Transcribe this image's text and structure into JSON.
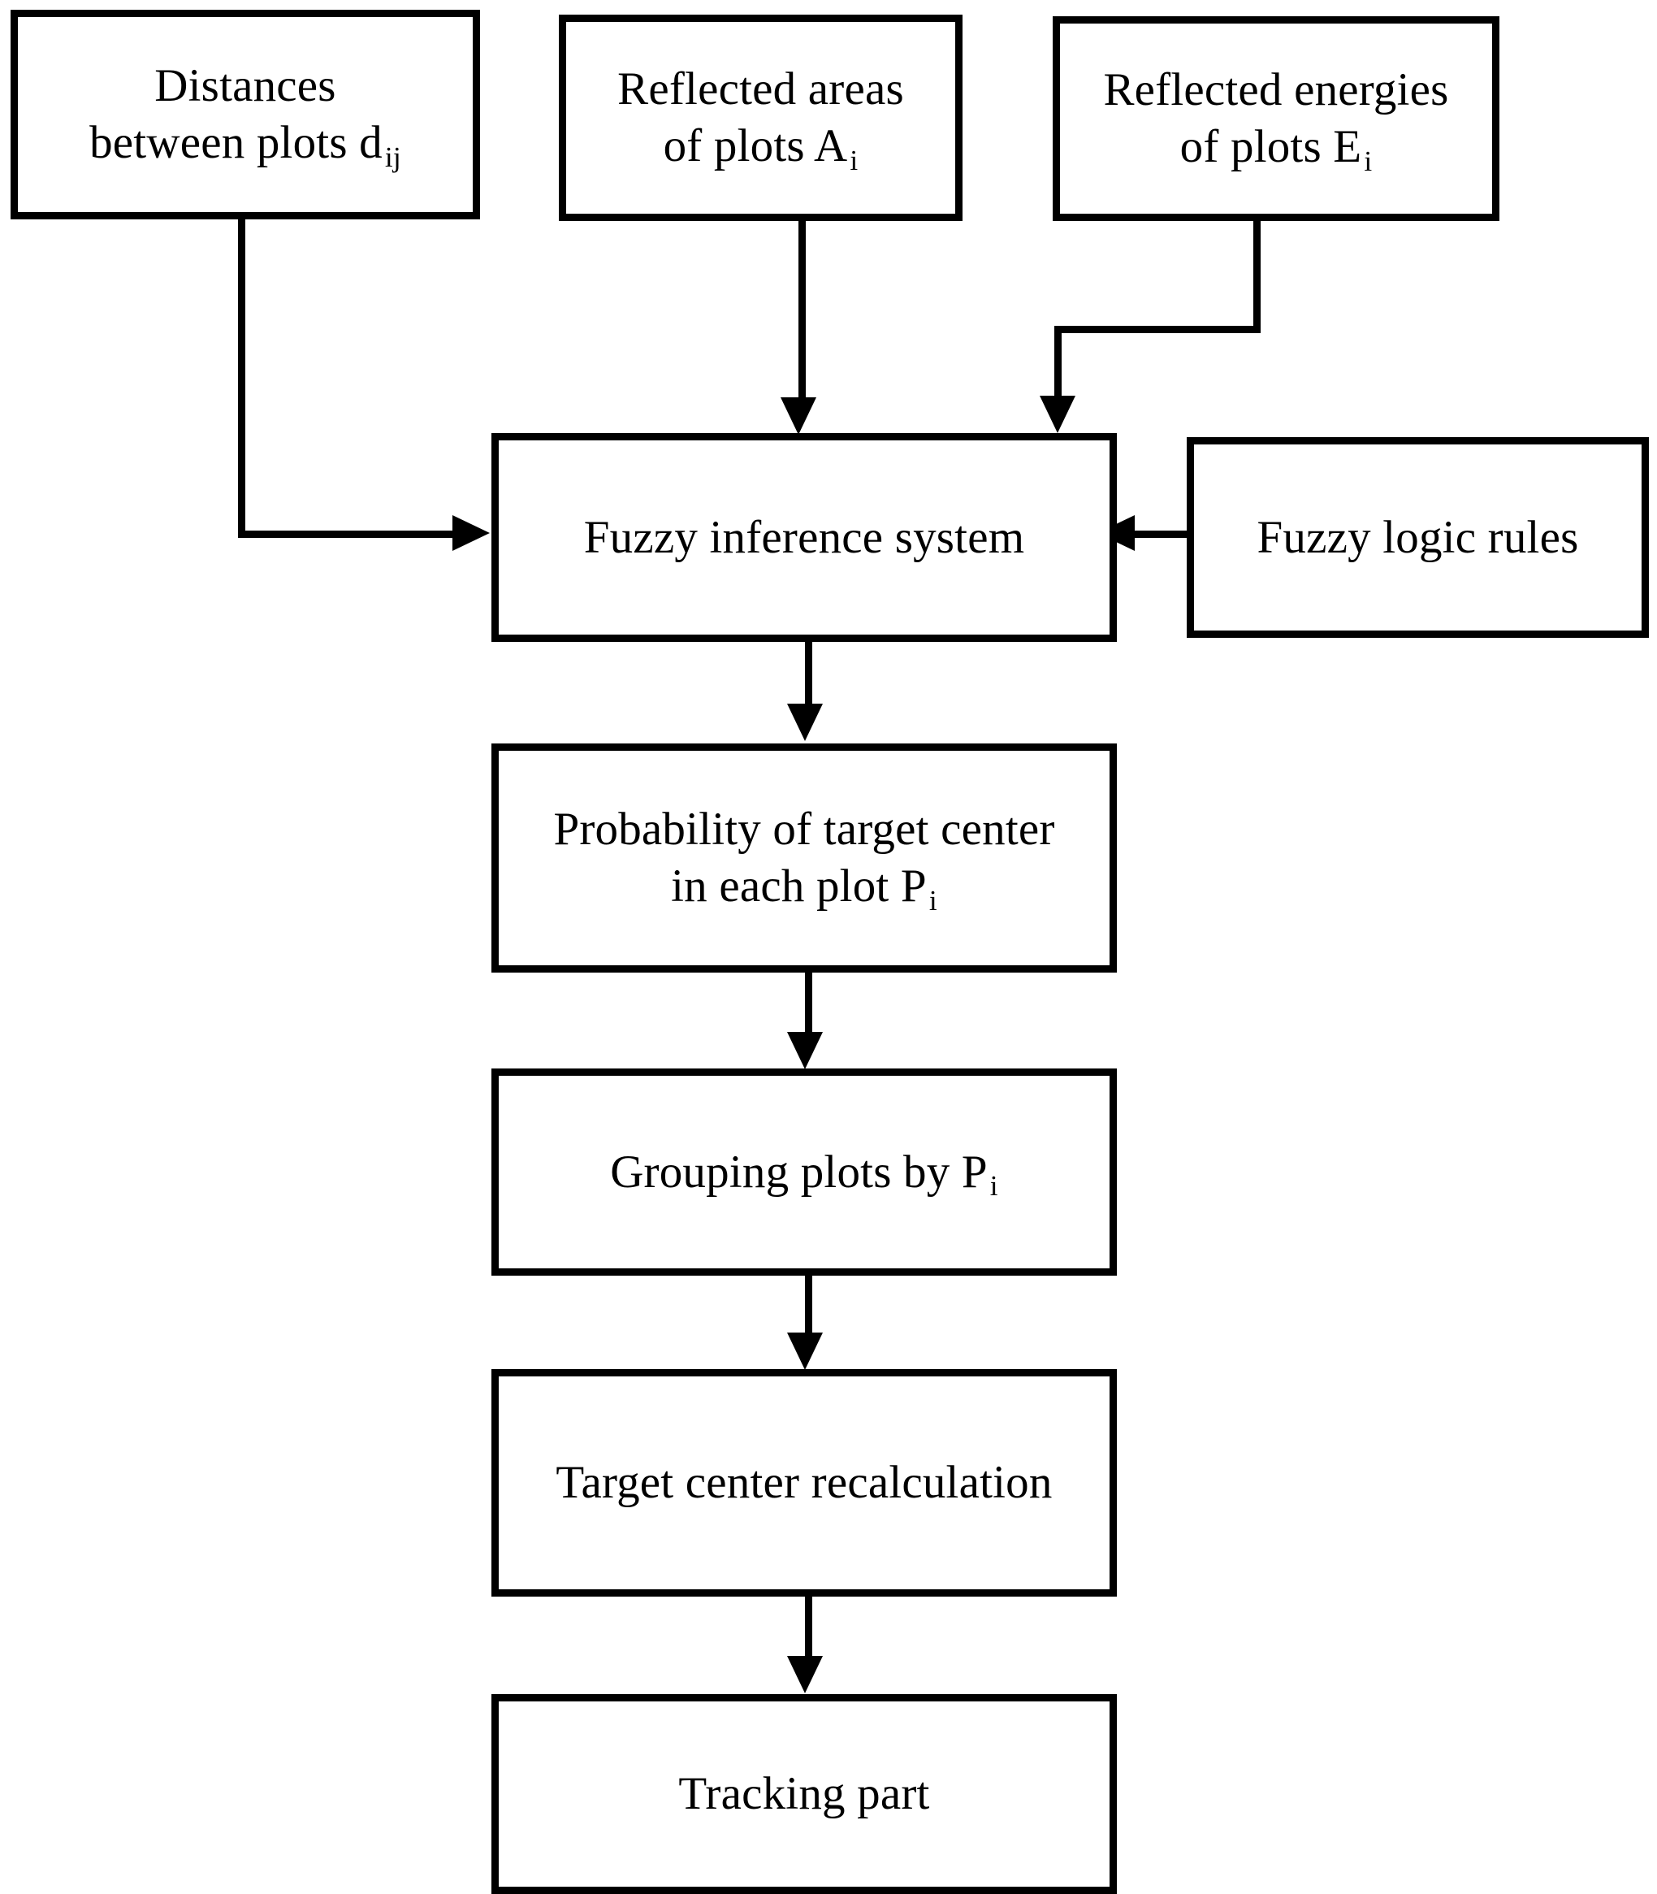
{
  "diagram": {
    "title": "Fuzzy inference based plot grouping flowchart",
    "background_color": "#ffffff",
    "stroke_color": "#000000",
    "nodes": [
      {
        "id": "distances",
        "line1": "Distances",
        "line2": "between plots d",
        "subscript": "ij",
        "text": "Distances between plots d_ij"
      },
      {
        "id": "areas",
        "line1": "Reflected areas",
        "line2": "of plots  A",
        "subscript": "i",
        "text": "Reflected areas of plots A_i"
      },
      {
        "id": "energies",
        "line1": "Reflected energies",
        "line2": "of plots  E",
        "subscript": "i",
        "text": "Reflected energies of plots E_i"
      },
      {
        "id": "fuzzy_system",
        "line1": "Fuzzy inference system",
        "line2": "",
        "subscript": "",
        "text": "Fuzzy inference system"
      },
      {
        "id": "fuzzy_rules",
        "line1": "Fuzzy logic rules",
        "line2": "",
        "subscript": "",
        "text": "Fuzzy logic rules"
      },
      {
        "id": "probability",
        "line1": "Probability of target center",
        "line2": "in each plot  P",
        "subscript": "i",
        "text": "Probability of target center in each plot P_i"
      },
      {
        "id": "grouping",
        "line1": "Grouping plots by P",
        "line2": "",
        "subscript": "i",
        "text": "Grouping plots by P_i"
      },
      {
        "id": "recalculation",
        "line1": "Target center recalculation",
        "line2": "",
        "subscript": "",
        "text": "Target center recalculation"
      },
      {
        "id": "tracking",
        "line1": "Tracking part",
        "line2": "",
        "subscript": "",
        "text": "Tracking part"
      }
    ],
    "edges": [
      {
        "id": "e1",
        "from": "distances",
        "to": "fuzzy_system",
        "style": "orthogonal",
        "arrow": "right"
      },
      {
        "id": "e2",
        "from": "areas",
        "to": "fuzzy_system",
        "style": "straight",
        "arrow": "down"
      },
      {
        "id": "e3",
        "from": "energies",
        "to": "fuzzy_system",
        "style": "orthogonal",
        "arrow": "down"
      },
      {
        "id": "e4",
        "from": "fuzzy_rules",
        "to": "fuzzy_system",
        "style": "straight",
        "arrow": "left"
      },
      {
        "id": "e5",
        "from": "fuzzy_system",
        "to": "probability",
        "style": "straight",
        "arrow": "down"
      },
      {
        "id": "e6",
        "from": "probability",
        "to": "grouping",
        "style": "straight",
        "arrow": "down"
      },
      {
        "id": "e7",
        "from": "grouping",
        "to": "recalculation",
        "style": "straight",
        "arrow": "down"
      },
      {
        "id": "e8",
        "from": "recalculation",
        "to": "tracking",
        "style": "straight",
        "arrow": "down"
      }
    ]
  }
}
